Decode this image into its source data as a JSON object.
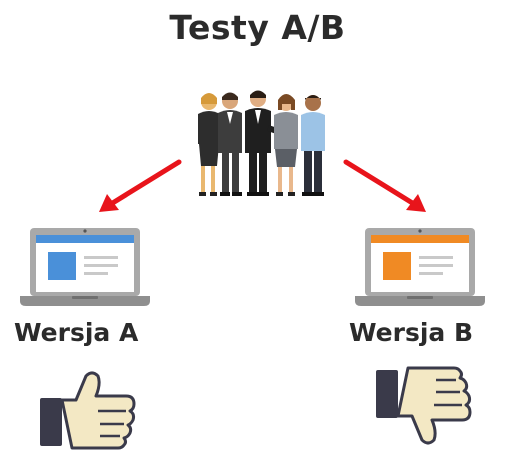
{
  "title": "Testy A/B",
  "variants": [
    {
      "label": "Wersja A",
      "accent_color": "#4a90d9",
      "verdict": "thumbs-up-icon"
    },
    {
      "label": "Wersja B",
      "accent_color": "#f08a24",
      "verdict": "thumbs-down-icon"
    }
  ],
  "colors": {
    "title": "#2b2b2b",
    "arrow": "#e8141b",
    "laptop_body": "#a9a9a9",
    "thumb_skin": "#f3e8c4",
    "thumb_cuff": "#3a3a4a"
  },
  "icons": {
    "group": "business-team-icon",
    "left_arrow": "arrow-down-left-icon",
    "right_arrow": "arrow-down-right-icon"
  }
}
